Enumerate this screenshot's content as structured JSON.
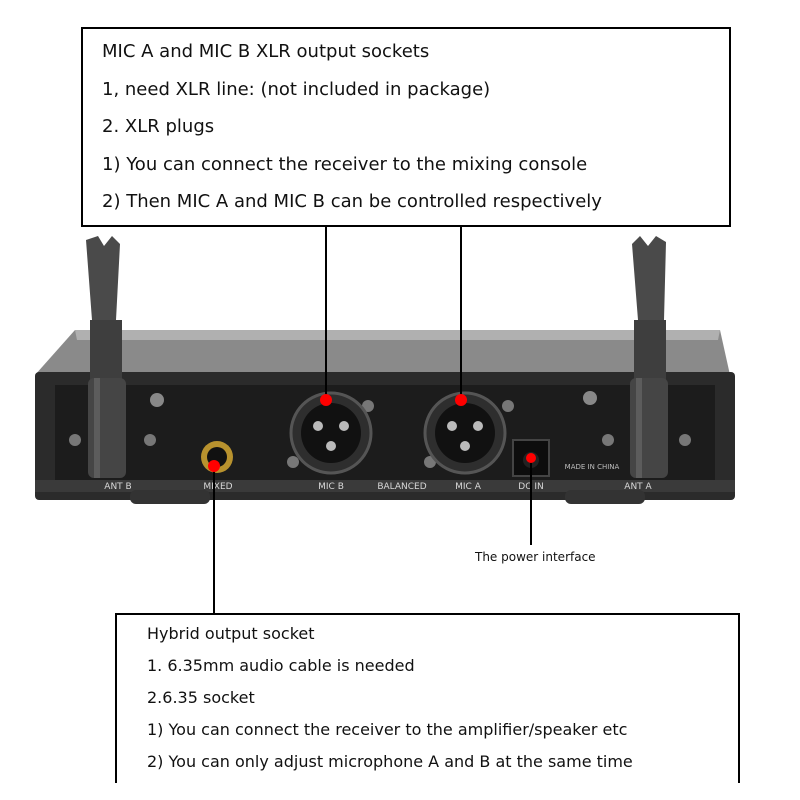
{
  "top_callout": {
    "lines": [
      "MIC A and MIC B XLR output sockets",
      "1, need XLR line: (not included in package)",
      "2. XLR plugs",
      "1) You can connect the receiver to the mixing console",
      "2) Then MIC A and MIC B can be controlled respectively"
    ]
  },
  "bottom_callout": {
    "lines": [
      "Hybrid output socket",
      "1. 6.35mm audio cable is needed",
      "2.6.35 socket",
      "1) You can connect the receiver to the amplifier/speaker etc",
      "2) You can only adjust microphone A and B at the same time"
    ]
  },
  "power_label": "The power interface",
  "panel_labels": {
    "ant_b": "ANT B",
    "mixed": "MIXED",
    "mic_b": "MIC B",
    "balanced": "BALANCED",
    "mic_a": "MIC A",
    "dc_in": "DC IN",
    "made_in": "MADE IN CHINA",
    "ant_a": "ANT A"
  },
  "colors": {
    "marker": "#ff0000",
    "device_body": "#2b2b2b",
    "panel": "#1c1c1c"
  }
}
